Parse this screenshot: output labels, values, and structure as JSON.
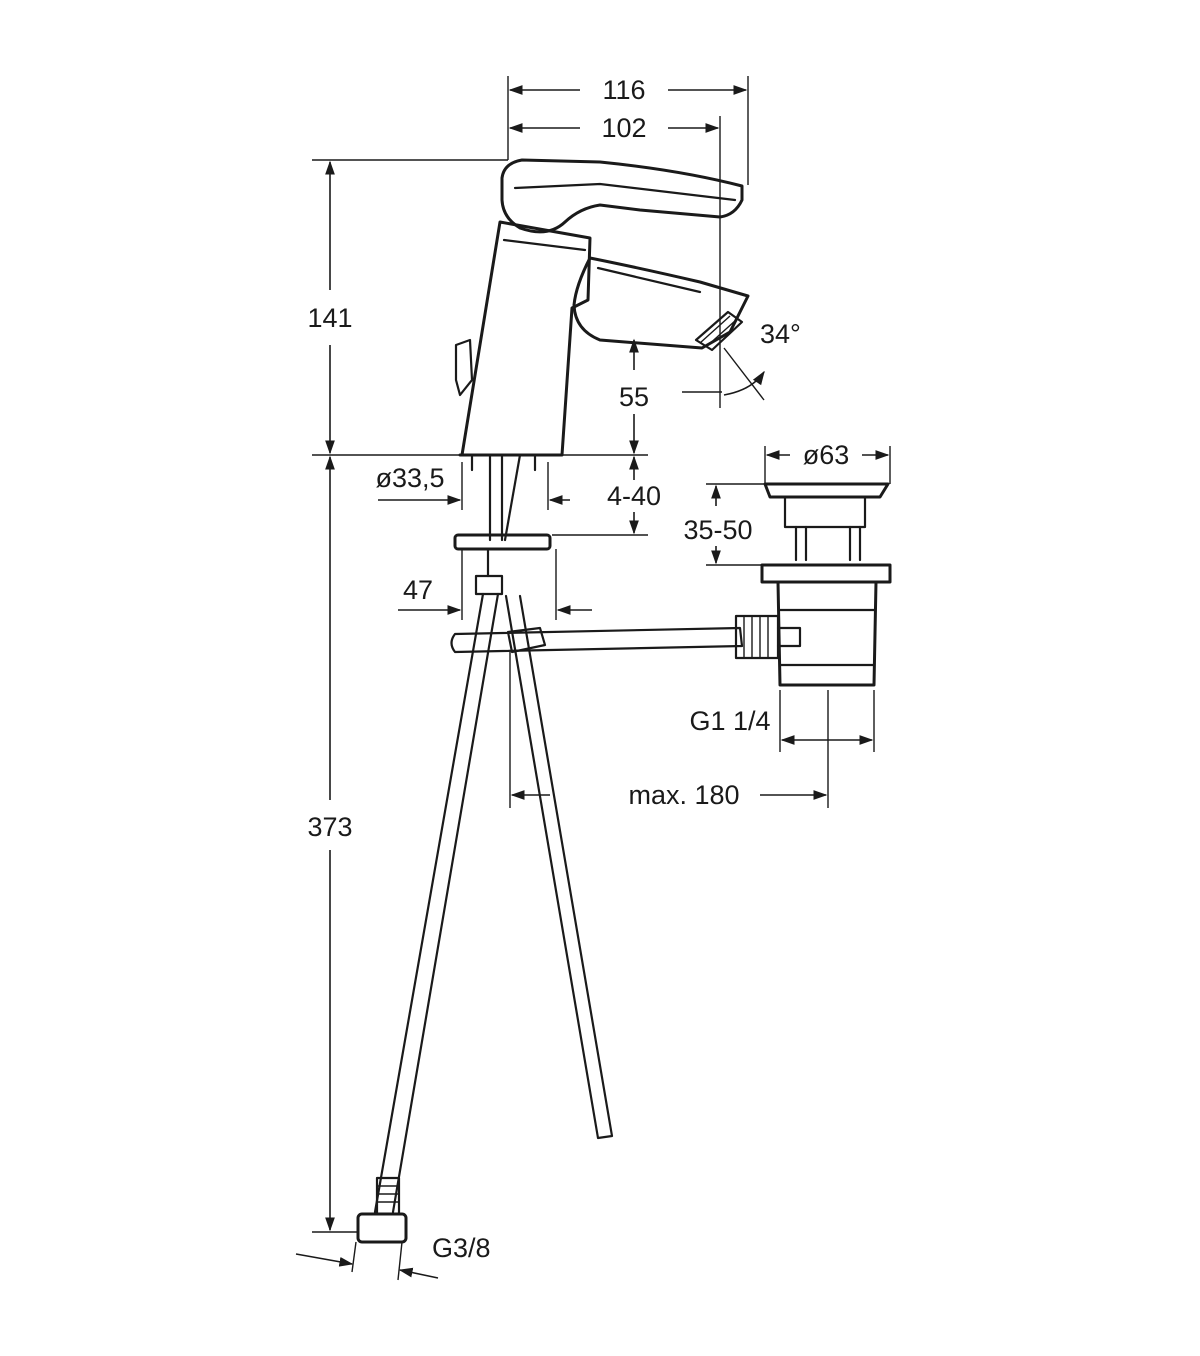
{
  "dimensions": {
    "overall_depth": "116",
    "spout_reach": "102",
    "body_height": "141",
    "aerator_height": "55",
    "spout_angle": "34°",
    "shank_diameter": "ø33,5",
    "deck_thickness": "4-40",
    "waste_head_diameter": "ø63",
    "waste_clamping_range": "35-50",
    "shank_offset": "47",
    "waste_thread": "G1 1/4",
    "rod_length": "max. 180",
    "hose_length": "373",
    "hose_thread": "G3/8"
  },
  "colors": {
    "line": "#1a1a1a",
    "background": "#ffffff"
  }
}
